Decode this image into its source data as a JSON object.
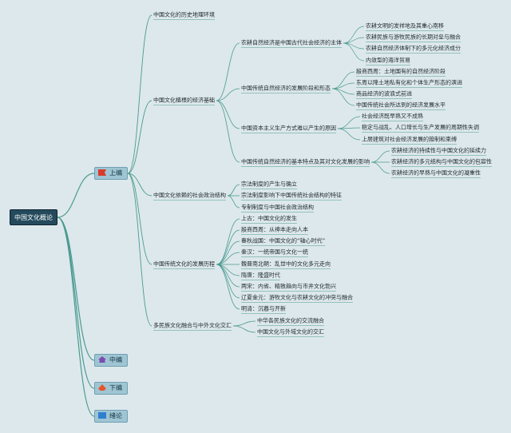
{
  "root": {
    "label": "中国文化概论"
  },
  "sections": [
    {
      "id": "s1",
      "label": "上编",
      "icon": "red-flag-icon"
    },
    {
      "id": "s2",
      "label": "中编",
      "icon": "house-icon"
    },
    {
      "id": "s3",
      "label": "下编",
      "icon": "fire-icon"
    },
    {
      "id": "s4",
      "label": "绪论",
      "icon": "blue-square-icon"
    }
  ],
  "topics": [
    {
      "label": "中国文化的历史地理环境",
      "children": []
    },
    {
      "label": "中国文化植根的经济基础",
      "children": [
        {
          "label": "农耕自然经济是中国古代社会经济的主体",
          "children": [
            "农耕文明的发祥地及其重心南移",
            "农耕民族与游牧民族的长期对垒与融合",
            "农耕自然经济体制下的多元化经济成分",
            "内敛型的海洋贸易"
          ]
        },
        {
          "label": "中国传统自然经济的发展阶段和形态",
          "children": [
            "殷商西周：土地国有的自然经济阶段",
            "东周以降土地私有化和个体生产形态的演进",
            "商品经济的波浪式前进",
            "中国传统社会所达到的经济发展水平"
          ]
        },
        {
          "label": "中国资本主义生产方式难以产生的原因",
          "children": [
            "社会经济既早熟又不成熟",
            "稳定与战乱、人口增长与生产发展的周期性失调",
            "上层建筑对社会经济发展的箝制和束缚"
          ]
        },
        {
          "label": "中国传统自然经济的基本特点及其对文化发展的影响",
          "children": [
            "农耕经济的持续性与中国文化的延续力",
            "农耕经济的多元结构与中国文化的包容性",
            "农耕经济的早熟与中国文化的凝重性"
          ]
        }
      ]
    },
    {
      "label": "中国文化依赖的社会政治结构",
      "children": [
        {
          "label": "宗法制度的产生与确立",
          "children": []
        },
        {
          "label": "宗法制度影响下中国传统社会结构的特征",
          "children": []
        },
        {
          "label": "专制制度与中国社会政治结构",
          "children": []
        }
      ]
    },
    {
      "label": "中国传统文化的发展历程",
      "children": [
        {
          "label": "上古：中国文化的发生",
          "children": []
        },
        {
          "label": "殷商西周：从神本走向人本",
          "children": []
        },
        {
          "label": "春秋战国：中国文化的“轴心时代”",
          "children": []
        },
        {
          "label": "秦汉：一统帝国与文化一统",
          "children": []
        },
        {
          "label": "魏晋南北朝：乱世中的文化多元走向",
          "children": []
        },
        {
          "label": "隋唐：隆盛时代",
          "children": []
        },
        {
          "label": "两宋：内省、精致趋向与市井文化勃兴",
          "children": []
        },
        {
          "label": "辽夏金元：游牧文化与农耕文化的冲突与融合",
          "children": []
        },
        {
          "label": "明清：沉暮与开新",
          "children": []
        }
      ]
    },
    {
      "label": "多民族文化融合与中外文化交汇",
      "children": [
        {
          "label": "中华各民族文化的交流融合",
          "children": []
        },
        {
          "label": "中国文化与外域文化的交汇",
          "children": []
        }
      ]
    }
  ],
  "colors": {
    "background": "#dde8ec",
    "link": "#4a9a90",
    "root_fill": "#244a5c",
    "section_fill": "#9fc5d3"
  }
}
